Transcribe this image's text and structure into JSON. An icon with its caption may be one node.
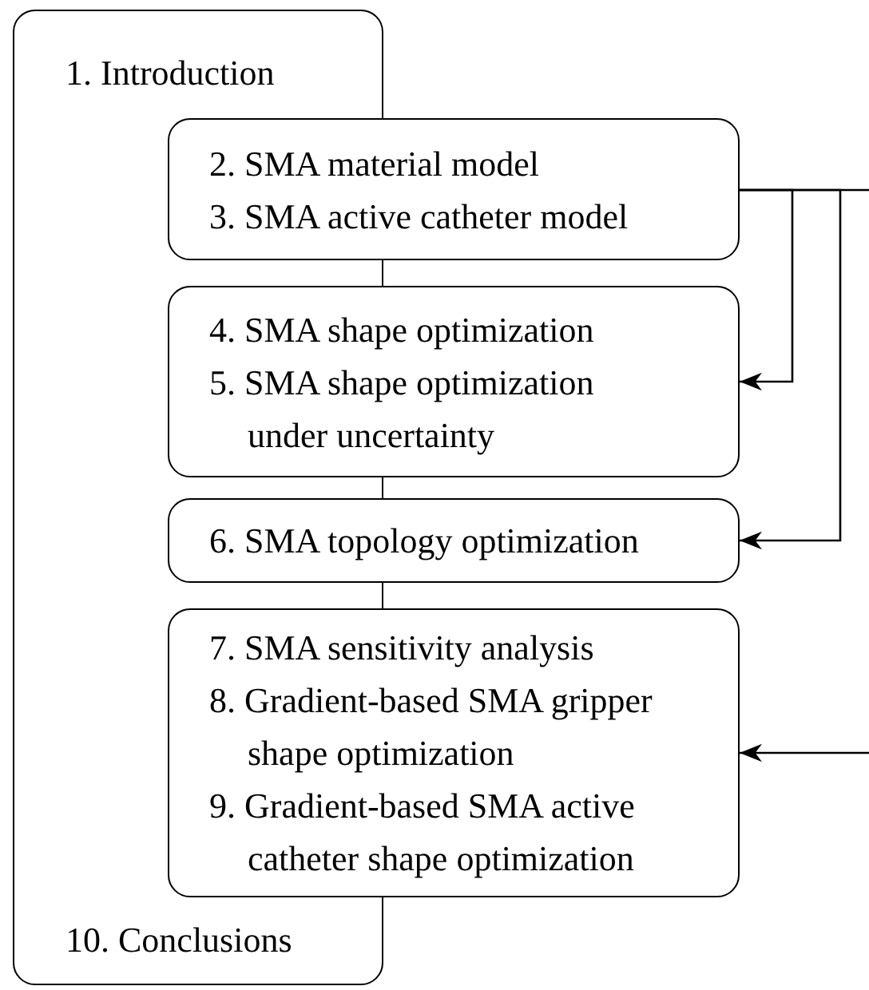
{
  "diagram": {
    "nodes": [
      {
        "text": [
          "1. Introduction",
          "10. Conclusions"
        ]
      },
      {
        "text": [
          "2. SMA material model",
          "3. SMA active catheter model"
        ]
      },
      {
        "text": [
          "4. SMA shape optimization",
          "5. SMA shape optimization under uncertainty"
        ]
      },
      {
        "text": [
          "6. SMA topology optimization"
        ]
      },
      {
        "text": [
          "7. SMA sensitivity analysis",
          "8. Gradient-based SMA gripper shape optimization",
          "9. Gradient-based SMA active catheter shape optimization"
        ]
      }
    ],
    "edges": [
      {
        "from": 1,
        "to": 2,
        "arrow": "to"
      },
      {
        "from": 1,
        "to": 3,
        "arrow": "to"
      },
      {
        "from": 1,
        "to": null,
        "arrow": "none"
      },
      {
        "from": null,
        "to": 4,
        "arrow": "to"
      }
    ]
  }
}
